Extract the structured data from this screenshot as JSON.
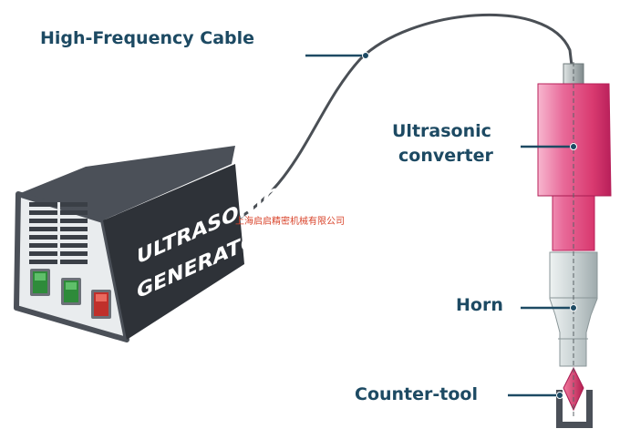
{
  "labels": {
    "cable": "High-Frequency Cable",
    "converter_line1": "Ultrasonic",
    "converter_line2": "converter",
    "horn": "Horn",
    "counter_tool": "Counter-tool"
  },
  "generator": {
    "line1": "ULTRASONIC",
    "line2": "GENERATOR"
  },
  "watermark": "上海启启精密机械有限公司",
  "colors": {
    "label_text": "#1d4a63",
    "converter": "#e0457a",
    "horn": "#c9d3d4",
    "switch_green": "#2e8b3a",
    "switch_red": "#c0302b",
    "generator_body": "#2e3238"
  }
}
